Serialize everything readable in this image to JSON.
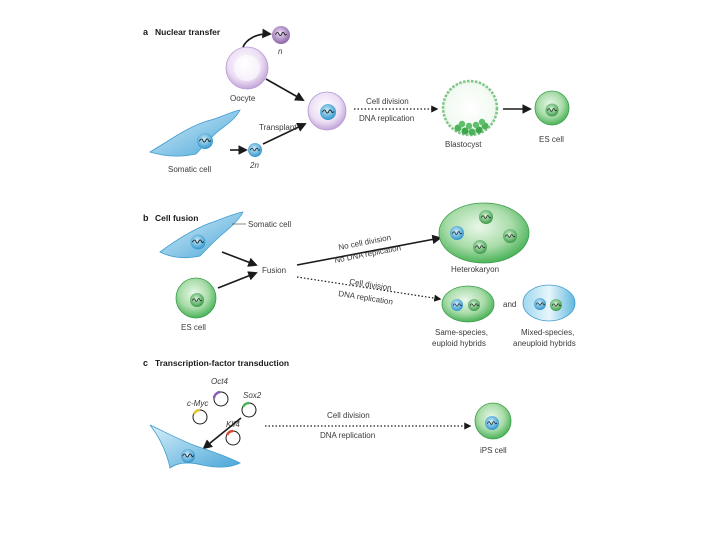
{
  "panel_a": {
    "letter": "a",
    "title": "Nuclear transfer",
    "n_label": "n",
    "oocyte": "Oocyte",
    "somatic_cell": "Somatic cell",
    "two_n": "2n",
    "transplant": "Transplant",
    "cell_division": "Cell division",
    "dna_replication": "DNA replication",
    "blastocyst": "Blastocyst",
    "es_cell": "ES cell"
  },
  "panel_b": {
    "letter": "b",
    "title": "Cell fusion",
    "somatic_cell": "Somatic cell",
    "fusion": "Fusion",
    "es_cell": "ES cell",
    "no_cell_division": "No cell division",
    "no_dna_replication": "No DNA replication",
    "cell_division": "Cell division",
    "dna_replication": "DNA replication",
    "heterokaryon": "Heterokaryon",
    "and": "and",
    "same_species_1": "Same-species,",
    "same_species_2": "euploid hybrids",
    "mixed_species_1": "Mixed-species,",
    "mixed_species_2": "aneuploid hybrids"
  },
  "panel_c": {
    "letter": "c",
    "title": "Transcription-factor transduction",
    "oct4": "Oct4",
    "sox2": "Sox2",
    "cmyc": "c-Myc",
    "klf4": "Klf4",
    "cell_division": "Cell division",
    "dna_replication": "DNA replication",
    "ips_cell": "iPS cell"
  },
  "colors": {
    "green": "#4cb35a",
    "green_light": "#c9ebc9",
    "blue": "#5ab0dc",
    "blue_light": "#b9e1f3",
    "lilac": "#d8c3e6",
    "lilac_dark": "#9b7bb4",
    "nucleus_blue": "#3d9fd4"
  }
}
